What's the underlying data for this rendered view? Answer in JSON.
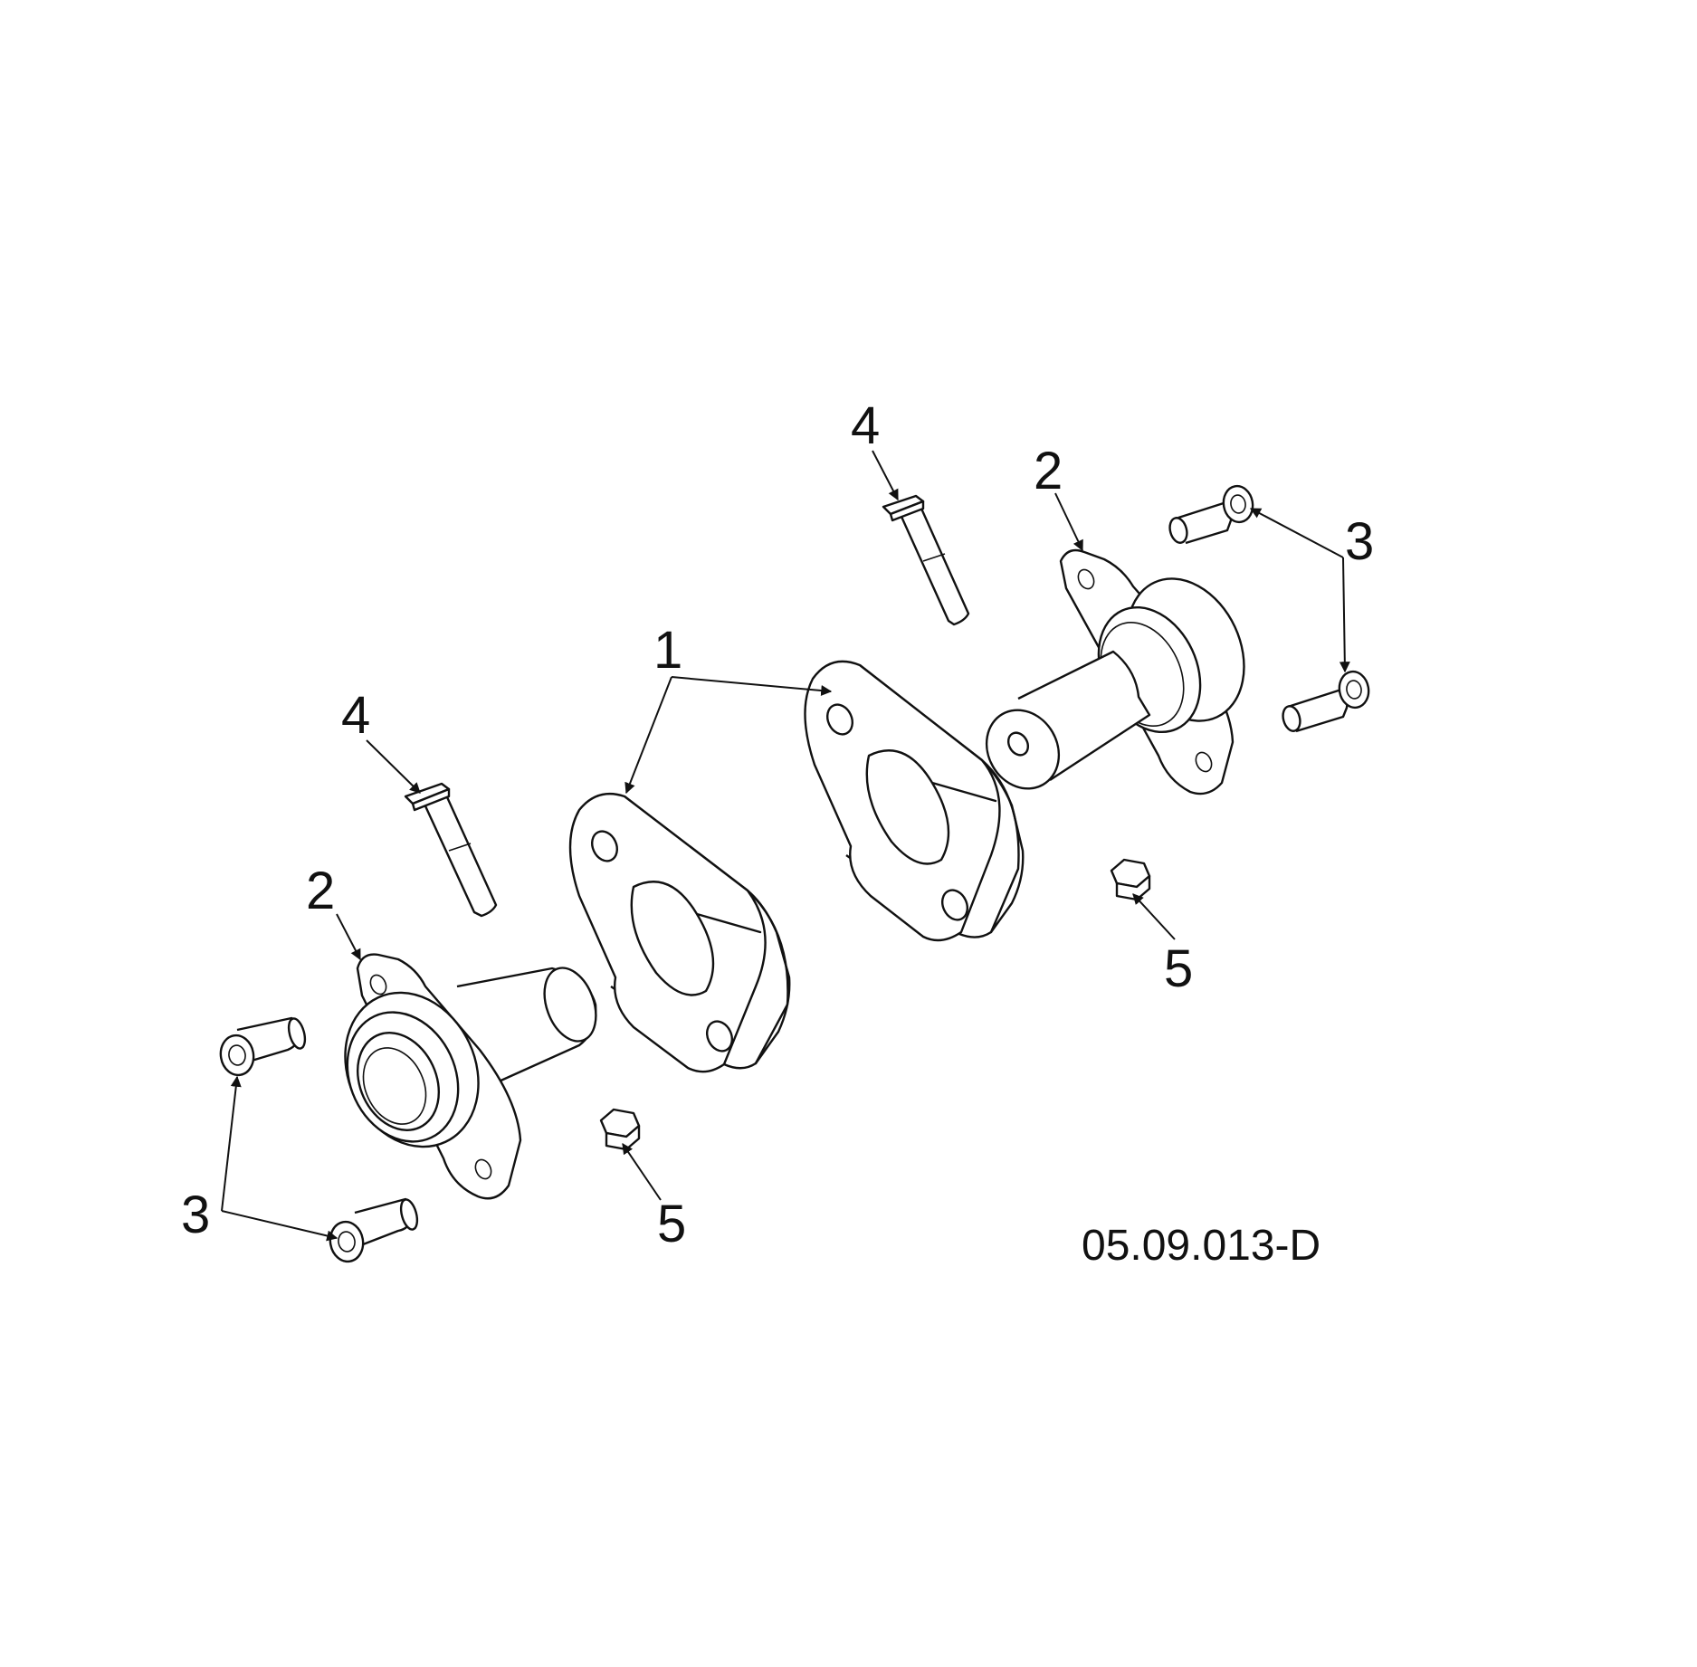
{
  "diagram": {
    "drawing_code": "05.09.013-D",
    "callouts": {
      "c1": "1",
      "c2_left": "2",
      "c2_right": "2",
      "c3_left": "3",
      "c3_right": "3",
      "c4_left": "4",
      "c4_right": "4",
      "c5_left": "5",
      "c5_right": "5"
    }
  }
}
